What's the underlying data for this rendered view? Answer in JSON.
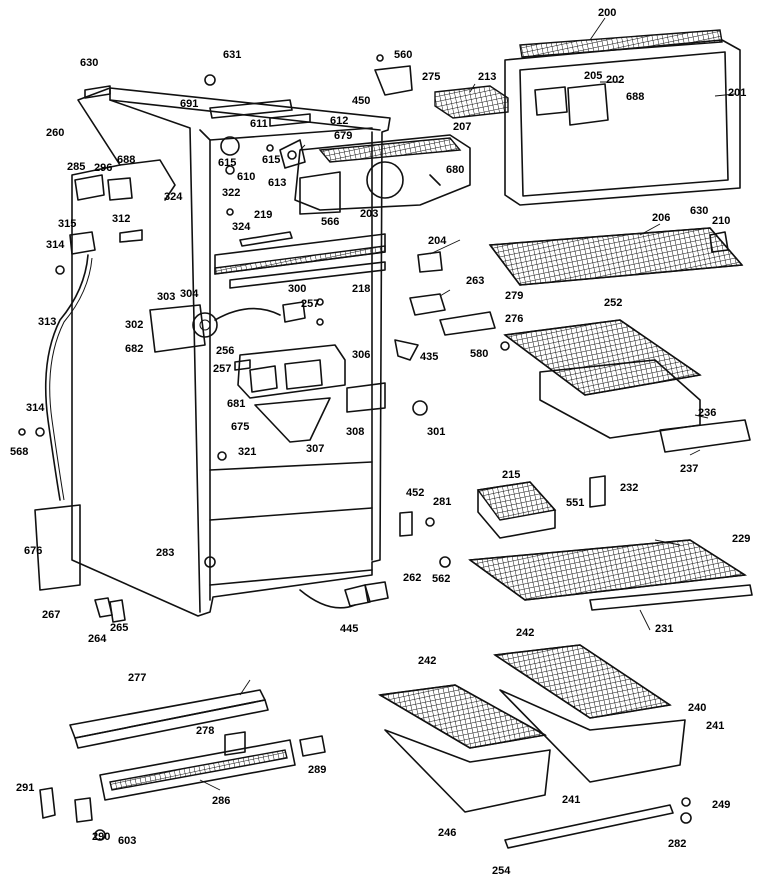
{
  "diagram": {
    "labels": [
      {
        "id": "200",
        "text": "200"
      },
      {
        "id": "201",
        "text": "201"
      },
      {
        "id": "202",
        "text": "202"
      },
      {
        "id": "203",
        "text": "203"
      },
      {
        "id": "204",
        "text": "204"
      },
      {
        "id": "205",
        "text": "205"
      },
      {
        "id": "206",
        "text": "206"
      },
      {
        "id": "207",
        "text": "207"
      },
      {
        "id": "210",
        "text": "210"
      },
      {
        "id": "213",
        "text": "213"
      },
      {
        "id": "215",
        "text": "215"
      },
      {
        "id": "218",
        "text": "218"
      },
      {
        "id": "219",
        "text": "219"
      },
      {
        "id": "229",
        "text": "229"
      },
      {
        "id": "231",
        "text": "231"
      },
      {
        "id": "232",
        "text": "232"
      },
      {
        "id": "236",
        "text": "236"
      },
      {
        "id": "237",
        "text": "237"
      },
      {
        "id": "240",
        "text": "240"
      },
      {
        "id": "241a",
        "text": "241"
      },
      {
        "id": "241b",
        "text": "241"
      },
      {
        "id": "242a",
        "text": "242"
      },
      {
        "id": "242b",
        "text": "242"
      },
      {
        "id": "246",
        "text": "246"
      },
      {
        "id": "249",
        "text": "249"
      },
      {
        "id": "252",
        "text": "252"
      },
      {
        "id": "254",
        "text": "254"
      },
      {
        "id": "256",
        "text": "256"
      },
      {
        "id": "257a",
        "text": "257"
      },
      {
        "id": "257b",
        "text": "257"
      },
      {
        "id": "260",
        "text": "260"
      },
      {
        "id": "262",
        "text": "262"
      },
      {
        "id": "263",
        "text": "263"
      },
      {
        "id": "264",
        "text": "264"
      },
      {
        "id": "265",
        "text": "265"
      },
      {
        "id": "267",
        "text": "267"
      },
      {
        "id": "275",
        "text": "275"
      },
      {
        "id": "276",
        "text": "276"
      },
      {
        "id": "277",
        "text": "277"
      },
      {
        "id": "278",
        "text": "278"
      },
      {
        "id": "279",
        "text": "279"
      },
      {
        "id": "281",
        "text": "281"
      },
      {
        "id": "282",
        "text": "282"
      },
      {
        "id": "283",
        "text": "283"
      },
      {
        "id": "285",
        "text": "285"
      },
      {
        "id": "286",
        "text": "286"
      },
      {
        "id": "289",
        "text": "289"
      },
      {
        "id": "290",
        "text": "290"
      },
      {
        "id": "291",
        "text": "291"
      },
      {
        "id": "296",
        "text": "296"
      },
      {
        "id": "300",
        "text": "300"
      },
      {
        "id": "301",
        "text": "301"
      },
      {
        "id": "302",
        "text": "302"
      },
      {
        "id": "303",
        "text": "303"
      },
      {
        "id": "304",
        "text": "304"
      },
      {
        "id": "306",
        "text": "306"
      },
      {
        "id": "307",
        "text": "307"
      },
      {
        "id": "308",
        "text": "308"
      },
      {
        "id": "312",
        "text": "312"
      },
      {
        "id": "313",
        "text": "313"
      },
      {
        "id": "314a",
        "text": "314"
      },
      {
        "id": "314b",
        "text": "314"
      },
      {
        "id": "315",
        "text": "315"
      },
      {
        "id": "321",
        "text": "321"
      },
      {
        "id": "322",
        "text": "322"
      },
      {
        "id": "324a",
        "text": "324"
      },
      {
        "id": "324b",
        "text": "324"
      },
      {
        "id": "435",
        "text": "435"
      },
      {
        "id": "445",
        "text": "445"
      },
      {
        "id": "450",
        "text": "450"
      },
      {
        "id": "452",
        "text": "452"
      },
      {
        "id": "551",
        "text": "551"
      },
      {
        "id": "560",
        "text": "560"
      },
      {
        "id": "562",
        "text": "562"
      },
      {
        "id": "566",
        "text": "566"
      },
      {
        "id": "568",
        "text": "568"
      },
      {
        "id": "580",
        "text": "580"
      },
      {
        "id": "603",
        "text": "603"
      },
      {
        "id": "610",
        "text": "610"
      },
      {
        "id": "611",
        "text": "611"
      },
      {
        "id": "612",
        "text": "612"
      },
      {
        "id": "613",
        "text": "613"
      },
      {
        "id": "615a",
        "text": "615"
      },
      {
        "id": "615b",
        "text": "615"
      },
      {
        "id": "630a",
        "text": "630"
      },
      {
        "id": "630b",
        "text": "630"
      },
      {
        "id": "631",
        "text": "631"
      },
      {
        "id": "675",
        "text": "675"
      },
      {
        "id": "676",
        "text": "676"
      },
      {
        "id": "679",
        "text": "679"
      },
      {
        "id": "680",
        "text": "680"
      },
      {
        "id": "681",
        "text": "681"
      },
      {
        "id": "682",
        "text": "682"
      },
      {
        "id": "688a",
        "text": "688"
      },
      {
        "id": "688b",
        "text": "688"
      },
      {
        "id": "691",
        "text": "691"
      }
    ]
  }
}
